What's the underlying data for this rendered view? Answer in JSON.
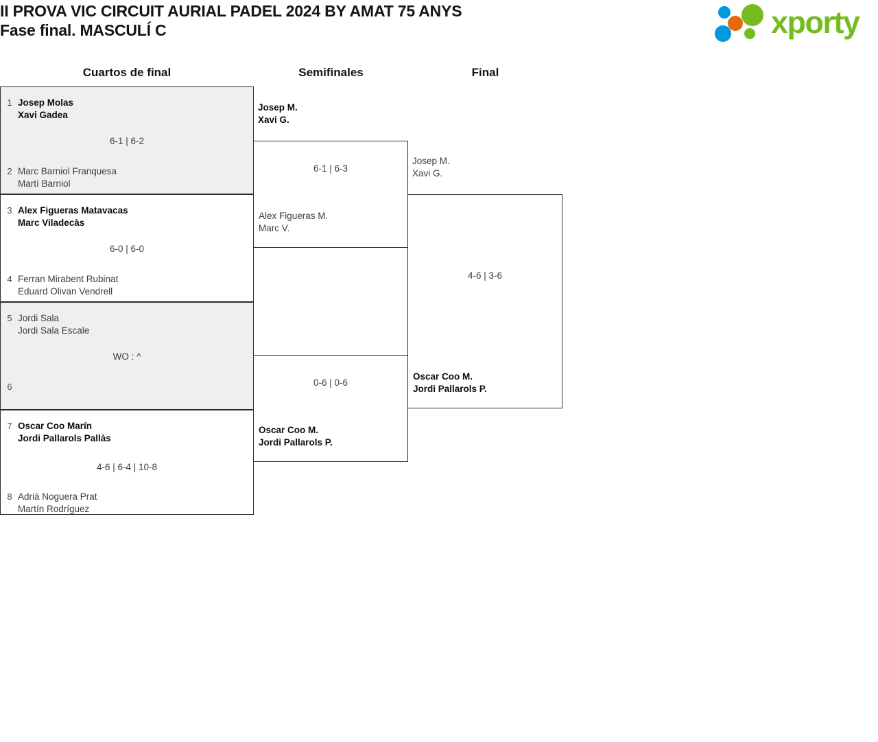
{
  "header": {
    "title_line1": "II PROVA VIC CIRCUIT AURIAL PADEL 2024 BY AMAT 75 ANYS",
    "title_line2": "Fase final. MASCULÍ C",
    "logo_text": "xporty",
    "logo_colors": {
      "green": "#76bc21",
      "blue": "#0099dd",
      "orange": "#e8690b"
    }
  },
  "rounds": {
    "quarterfinals_label": "Cuartos de final",
    "semifinals_label": "Semifinales",
    "final_label": "Final"
  },
  "bracket": {
    "quarterfinals": [
      {
        "shaded": true,
        "score": "6-1 | 6-2",
        "top": {
          "seed": "1",
          "player1": "Josep Molas",
          "player2": "Xavi Gadea",
          "winner": true
        },
        "bottom": {
          "seed": "2",
          "player1": "Marc Barniol Franquesa",
          "player2": "Martí Barniol",
          "winner": false
        }
      },
      {
        "shaded": false,
        "score": "6-0 | 6-0",
        "top": {
          "seed": "3",
          "player1": "Alex Figueras Matavacas",
          "player2": "Marc Viladecàs",
          "winner": true
        },
        "bottom": {
          "seed": "4",
          "player1": "Ferran Mirabent Rubinat",
          "player2": "Eduard Olivan Vendrell",
          "winner": false
        }
      },
      {
        "shaded": true,
        "score": "WO : ^",
        "top": {
          "seed": "5",
          "player1": "Jordi Sala",
          "player2": "Jordi Sala Escale",
          "winner": false
        },
        "bottom": {
          "seed": "6",
          "player1": "",
          "player2": "",
          "winner": false
        }
      },
      {
        "shaded": false,
        "score": "4-6 | 6-4 | 10-8",
        "top": {
          "seed": "7",
          "player1": "Oscar Coo Marín",
          "player2": "Jordi Pallarols Pallàs",
          "winner": true
        },
        "bottom": {
          "seed": "8",
          "player1": "Adrià Noguera Prat",
          "player2": "Martín Rodríguez",
          "winner": false
        }
      }
    ],
    "semifinals": [
      {
        "score": "6-1 | 6-3",
        "top": {
          "player1": "Josep M.",
          "player2": "Xavi G.",
          "winner": true
        },
        "bottom": {
          "player1": "Alex Figueras M.",
          "player2": "Marc V.",
          "winner": false
        }
      },
      {
        "score": "0-6 | 0-6",
        "top": {
          "player1": "",
          "player2": "",
          "winner": false
        },
        "bottom": {
          "player1": "Oscar Coo M.",
          "player2": "Jordi Pallarols P.",
          "winner": true
        }
      }
    ],
    "final": [
      {
        "score": "4-6 | 3-6",
        "top": {
          "player1": "Josep M.",
          "player2": "Xavi G.",
          "winner": false
        },
        "bottom": {
          "player1": "Oscar Coo M.",
          "player2": "Jordi Pallarols P.",
          "winner": true
        }
      }
    ]
  }
}
